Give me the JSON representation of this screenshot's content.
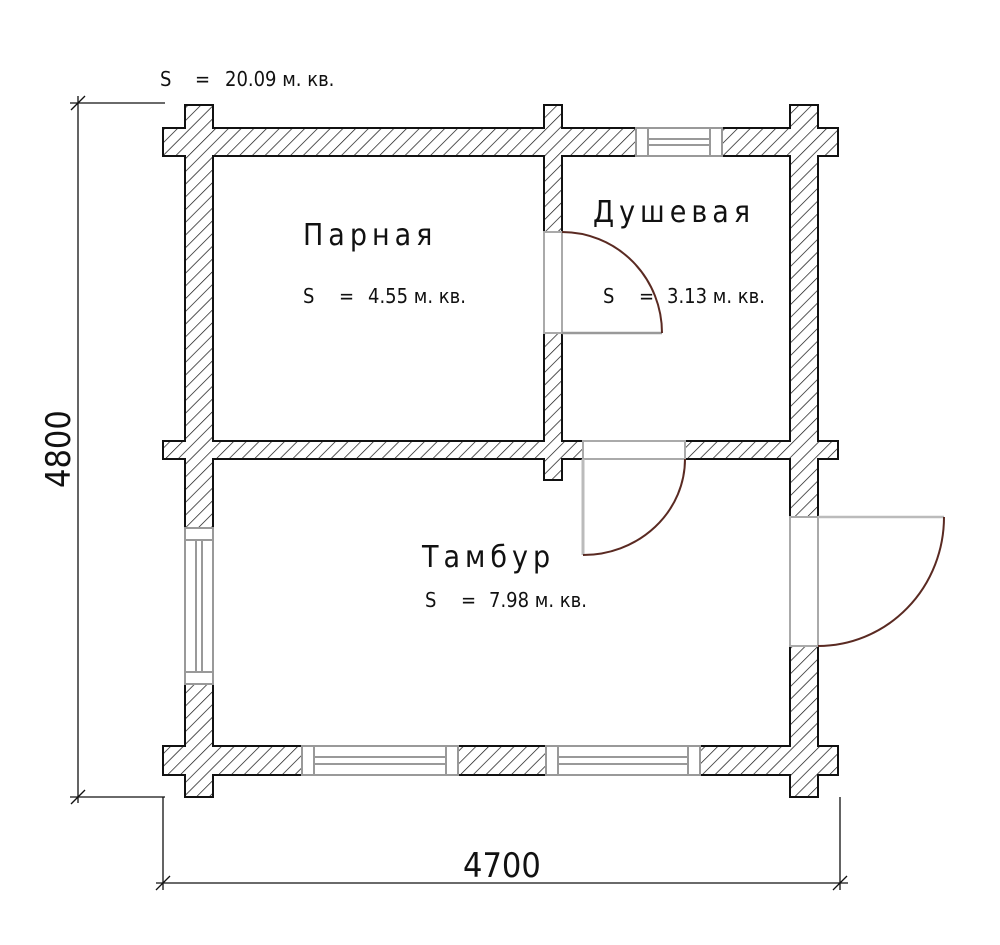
{
  "total_area": {
    "symbol": "S",
    "eq": "=",
    "value": "20.09 м. кв."
  },
  "rooms": [
    {
      "name": "Парная",
      "symbol": "S",
      "eq": "=",
      "area": "4.55 м. кв."
    },
    {
      "name": "Душевая",
      "symbol": "S",
      "eq": "=",
      "area": "3.13 м. кв."
    },
    {
      "name": "Тамбур",
      "symbol": "S",
      "eq": "=",
      "area": "7.98 м. кв."
    }
  ],
  "dimensions": {
    "height": "4800",
    "width": "4700"
  },
  "colors": {
    "wall_stroke": "#111111",
    "window": "#999999",
    "door_arc": "#5a2a22"
  }
}
